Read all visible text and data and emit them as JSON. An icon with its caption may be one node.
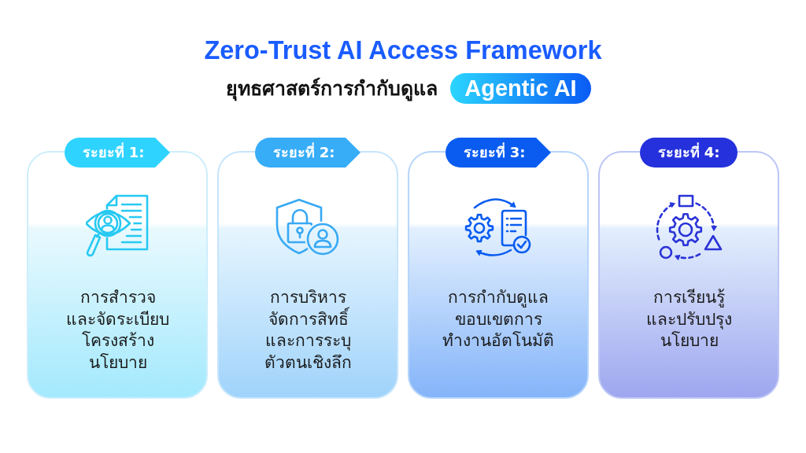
{
  "diagram": {
    "title": "Zero-Trust AI Access Framework",
    "nodes": [
      {
        "text": [
          "Agentic AI"
        ]
      },
      {
        "text": [
          "ระยะที่ 1:",
          "การสำรวจและจัดระเบียบโครงสร้างนโยบาย"
        ]
      },
      {
        "text": [
          "ระยะที่ 2:",
          "การบริหารจัดการสิทธิ์และการระบุตัวตนเชิงลึก"
        ]
      },
      {
        "text": [
          "ระยะที่ 3:",
          "การกำกับดูแลขอบเขตการทำงานอัตโนมัติ"
        ]
      },
      {
        "text": [
          "ระยะที่ 4:",
          "การเรียนรู้และปรับปรุงนโยบาย"
        ]
      }
    ],
    "labels": [
      "ยุทธศาสตร์การกำกับดูแล"
    ]
  }
}
